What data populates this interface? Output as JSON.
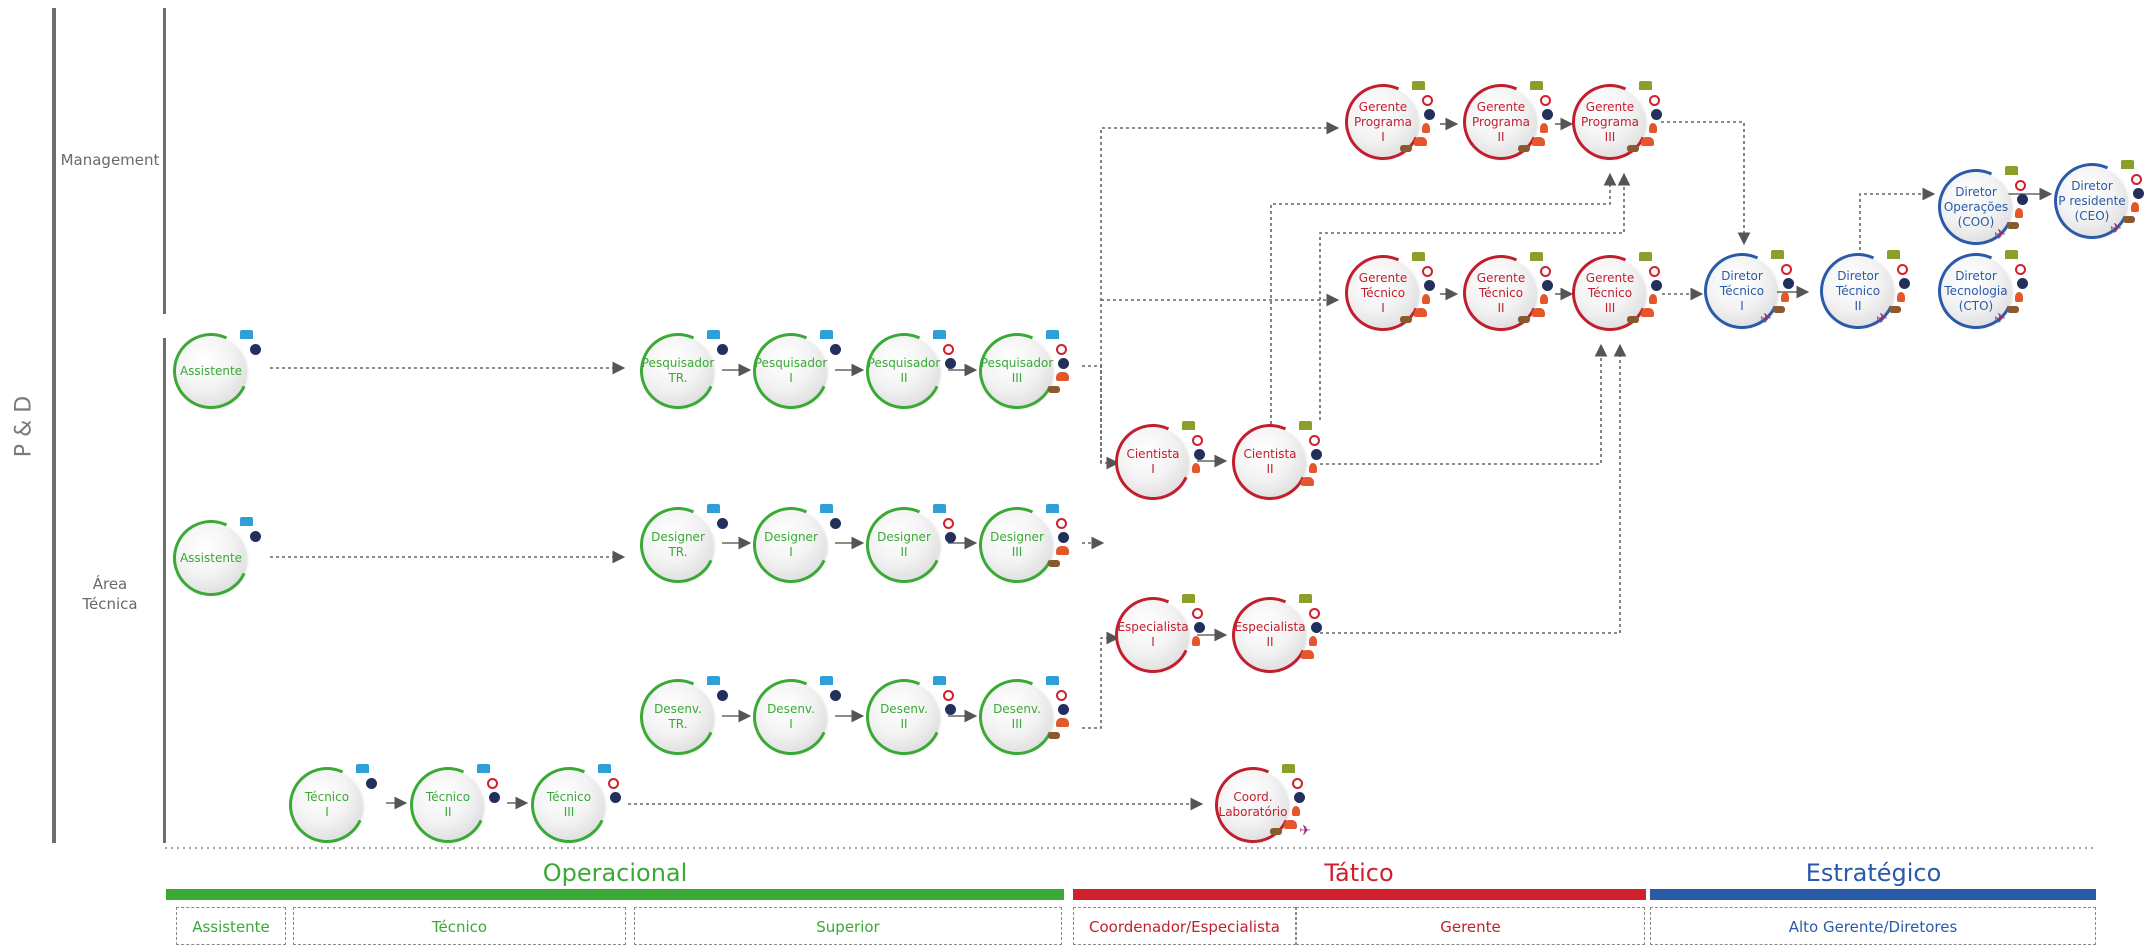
{
  "side": {
    "area_label": "P & D",
    "row_management": "Management",
    "row_tecnica": "Área\nTécnica"
  },
  "nodes": [
    {
      "id": "assistente1",
      "label": "Assistente",
      "color": "green"
    },
    {
      "id": "pesq_tr",
      "label": "Pesquisador\nTR.",
      "color": "green"
    },
    {
      "id": "pesq_1",
      "label": "Pesquisador\nI",
      "color": "green"
    },
    {
      "id": "pesq_2",
      "label": "Pesquisador\nII",
      "color": "green"
    },
    {
      "id": "pesq_3",
      "label": "Pesquisador\nIII",
      "color": "green"
    },
    {
      "id": "assistente2",
      "label": "Assistente",
      "color": "green"
    },
    {
      "id": "des_tr",
      "label": "Designer\nTR.",
      "color": "green"
    },
    {
      "id": "des_1",
      "label": "Designer\nI",
      "color": "green"
    },
    {
      "id": "des_2",
      "label": "Designer\nII",
      "color": "green"
    },
    {
      "id": "des_3",
      "label": "Designer\nIII",
      "color": "green"
    },
    {
      "id": "dev_tr",
      "label": "Desenv.\nTR.",
      "color": "green"
    },
    {
      "id": "dev_1",
      "label": "Desenv.\nI",
      "color": "green"
    },
    {
      "id": "dev_2",
      "label": "Desenv.\nII",
      "color": "green"
    },
    {
      "id": "dev_3",
      "label": "Desenv.\nIII",
      "color": "green"
    },
    {
      "id": "tec_1",
      "label": "Técnico\nI",
      "color": "green"
    },
    {
      "id": "tec_2",
      "label": "Técnico\nII",
      "color": "green"
    },
    {
      "id": "tec_3",
      "label": "Técnico\nIII",
      "color": "green"
    },
    {
      "id": "cient_1",
      "label": "Cientista\nI",
      "color": "red"
    },
    {
      "id": "cient_2",
      "label": "Cientista\nII",
      "color": "red"
    },
    {
      "id": "esp_1",
      "label": "Especialista\nI",
      "color": "red"
    },
    {
      "id": "esp_2",
      "label": "Especialista\nII",
      "color": "red"
    },
    {
      "id": "coord_lab",
      "label": "Coord.\nLaboratório",
      "color": "red"
    },
    {
      "id": "gp_1",
      "label": "Gerente\nPrograma\nI",
      "color": "red"
    },
    {
      "id": "gp_2",
      "label": "Gerente\nPrograma\nII",
      "color": "red"
    },
    {
      "id": "gp_3",
      "label": "Gerente\nPrograma\nIII",
      "color": "red"
    },
    {
      "id": "gt_1",
      "label": "Gerente\nTécnico\nI",
      "color": "red"
    },
    {
      "id": "gt_2",
      "label": "Gerente\nTécnico\nII",
      "color": "red"
    },
    {
      "id": "gt_3",
      "label": "Gerente\nTécnico\nIII",
      "color": "red"
    },
    {
      "id": "dt_1",
      "label": "Diretor\nTécnico\nI",
      "color": "blue"
    },
    {
      "id": "dt_2",
      "label": "Diretor\nTécnico\nII",
      "color": "blue"
    },
    {
      "id": "coo",
      "label": "Diretor\nOperações\n(COO)",
      "color": "blue"
    },
    {
      "id": "cto",
      "label": "Diretor\nTecnologia\n(CTO)",
      "color": "blue"
    },
    {
      "id": "ceo",
      "label": "Diretor\nP residente\n(CEO)",
      "color": "blue"
    }
  ],
  "bands": [
    {
      "title": "Operacional",
      "color": "#3aa935"
    },
    {
      "title": "Tático",
      "color": "#d0202e"
    },
    {
      "title": "Estratégico",
      "color": "#2a5aa8"
    }
  ],
  "categories": [
    "Assistente",
    "Técnico",
    "Superior",
    "Coordenador/Especialista",
    "Gerente",
    "Alto Gerente/Diretores"
  ],
  "colors": {
    "green": "#3aa935",
    "red": "#c21f2e",
    "blue": "#2a5aa8",
    "gray": "#6e6e6e"
  }
}
